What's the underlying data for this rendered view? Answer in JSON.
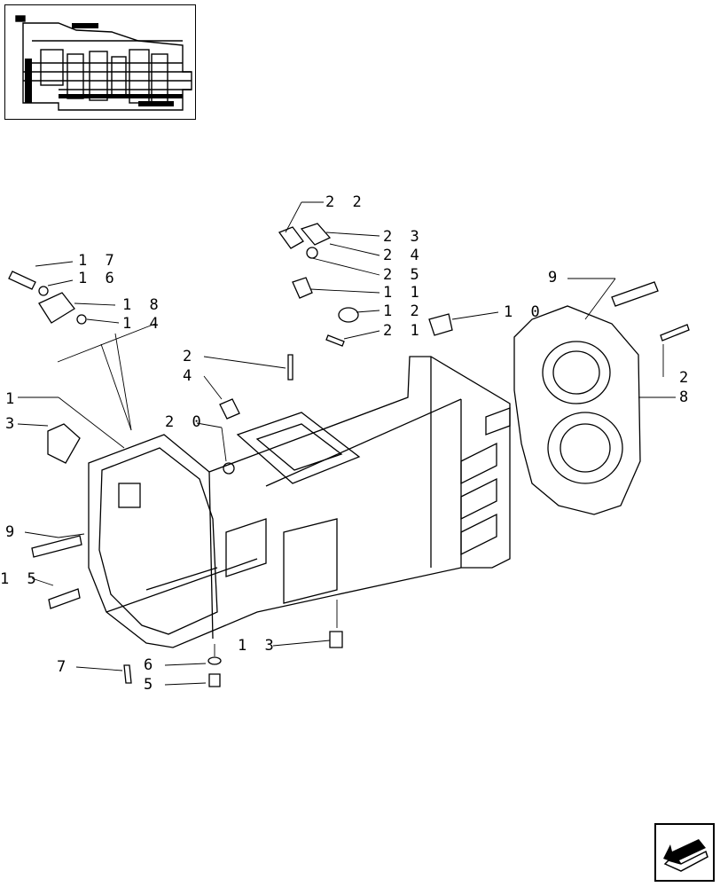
{
  "callouts": {
    "c22": "2 2",
    "c23": "2 3",
    "c24": "2 4",
    "c25": "2 5",
    "c11": "1 1",
    "c12": "1 2",
    "c21": "2 1",
    "c10": "1 0",
    "c17": "1 7",
    "c16": "1 6",
    "c18": "1 8",
    "c14": "1 4",
    "c9a": "9",
    "c9b": "9",
    "c2a": "2",
    "c2b": "2",
    "c8": "8",
    "c4": "4",
    "c20": "2 0",
    "c1": "1",
    "c3": "3",
    "c15": "1 5",
    "c7": "7",
    "c6": "6",
    "c5": "5",
    "c13": "1 3"
  }
}
